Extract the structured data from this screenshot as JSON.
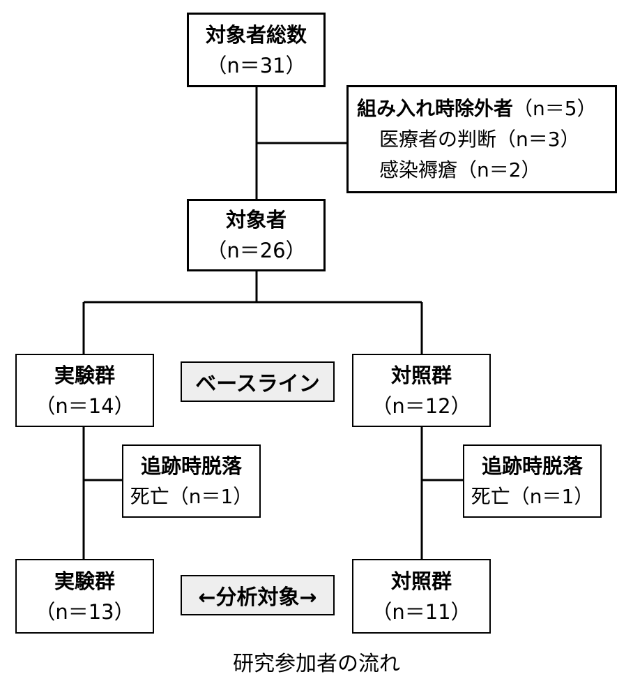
{
  "total": {
    "title": "対象者総数",
    "count": "（n＝31）"
  },
  "exclusion": {
    "title": "組み入れ時除外者",
    "title_count": "（n＝5）",
    "items": [
      {
        "label": "医療者の判断（n＝3）"
      },
      {
        "label": "感染褥瘡（n＝2）"
      }
    ]
  },
  "subjects": {
    "title": "対象者",
    "count": "（n＝26）"
  },
  "baseline": {
    "label": "ベースライン"
  },
  "exp_baseline": {
    "title": "実験群",
    "count": "（n＝14）"
  },
  "ctrl_baseline": {
    "title": "対照群",
    "count": "（n＝12）"
  },
  "exp_dropout": {
    "title": "追跡時脱落",
    "detail": "死亡（n＝1）"
  },
  "ctrl_dropout": {
    "title": "追跡時脱落",
    "detail": "死亡（n＝1）"
  },
  "analysis": {
    "label": "←分析対象→"
  },
  "exp_final": {
    "title": "実験群",
    "count": "（n＝13）"
  },
  "ctrl_final": {
    "title": "対照群",
    "count": "（n＝11）"
  },
  "caption": "研究参加者の流れ"
}
